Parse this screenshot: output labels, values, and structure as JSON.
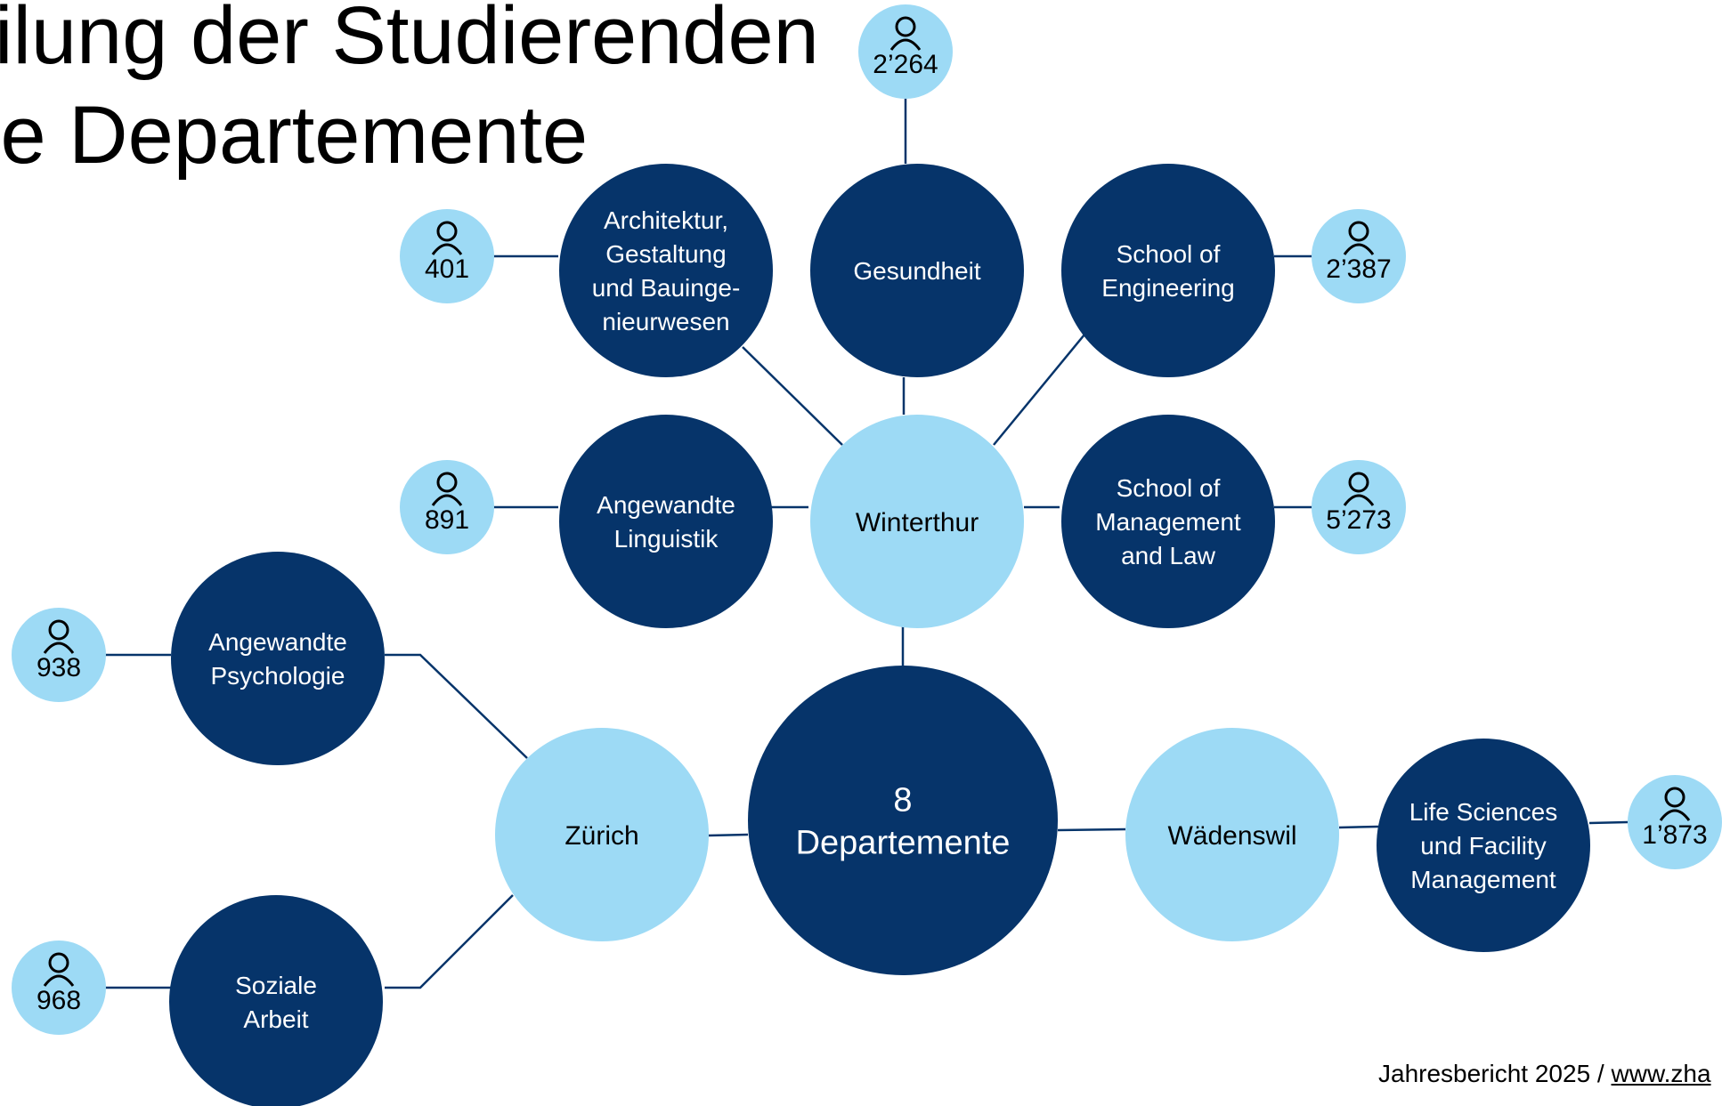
{
  "title": {
    "line1": "ilung der Studierenden",
    "line2": "ie Departemente"
  },
  "center": {
    "line1": "8",
    "line2": "Departemente"
  },
  "locations": {
    "winterthur": "Winterthur",
    "zuerich": "Zürich",
    "waedenswil": "Wädenswil"
  },
  "departments": {
    "architektur": [
      "Architektur,",
      "Gestaltung",
      "und Bauinge-",
      "nieurwesen"
    ],
    "gesundheit": [
      "Gesundheit"
    ],
    "engineering": [
      "School of",
      "Engineering"
    ],
    "linguistik": [
      "Angewandte",
      "Linguistik"
    ],
    "management": [
      "School of",
      "Management",
      "and Law"
    ],
    "psychologie": [
      "Angewandte",
      "Psychologie"
    ],
    "soziale_arbeit": [
      "Soziale",
      "Arbeit"
    ],
    "life_sciences": [
      "Life Sciences",
      "und Facility",
      "Management"
    ]
  },
  "counts": {
    "architektur": "401",
    "gesundheit": "2’264",
    "engineering": "2’387",
    "linguistik": "891",
    "management": "5’273",
    "psychologie": "938",
    "soziale_arbeit": "968",
    "life_sciences": "1’873"
  },
  "footer": {
    "report": "Jahresbericht 2025 / ",
    "link": "www.zha"
  },
  "colors": {
    "dark_blue": "#06346A",
    "light_blue": "#9DDAF5",
    "line": "#06346A",
    "text_on_dark": "#FFFFFF",
    "text_on_light": "#000000"
  },
  "icons": {
    "student_count": "person-icon"
  }
}
